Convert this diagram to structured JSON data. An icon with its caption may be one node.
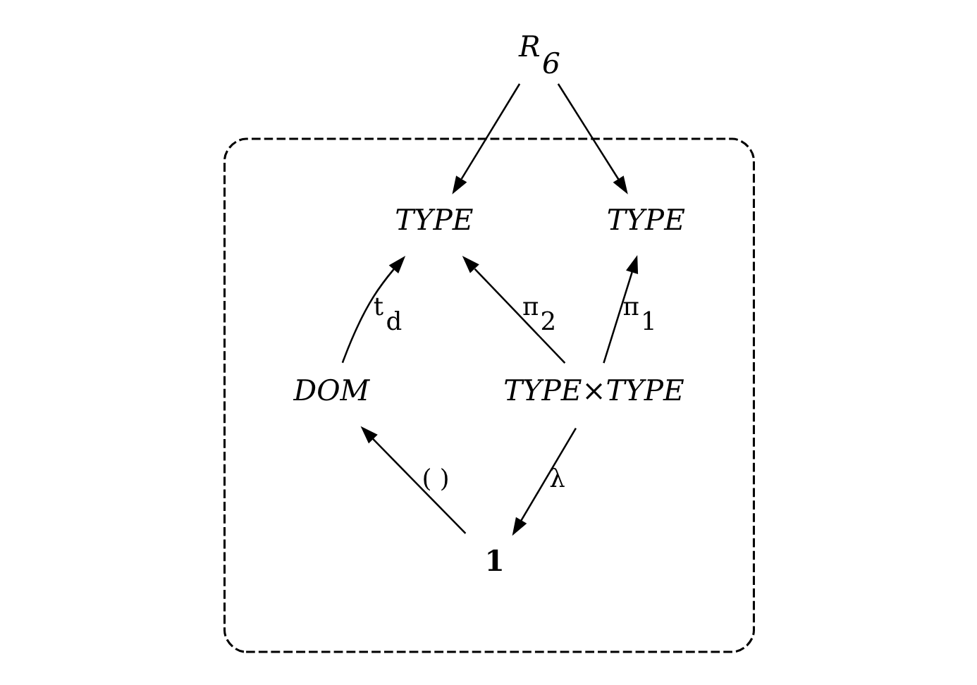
{
  "diagram": {
    "nodes": [
      {
        "text": [
          "R$_{6}$"
        ]
      },
      {
        "text": [],
        "shape": "ellipse"
      },
      {
        "text": [
          "TYPE"
        ],
        "in": 1
      },
      {
        "text": [
          "TYPE"
        ],
        "in": 1
      },
      {
        "text": [
          "DOM"
        ],
        "in": 1
      },
      {
        "text": [
          "TYPE×TYPE"
        ],
        "in": 1
      },
      {
        "text": [
          "1"
        ],
        "in": 1
      }
    ],
    "edges": [
      {
        "from": 0,
        "to": 2,
        "arrow": "to"
      },
      {
        "from": 0,
        "to": 3,
        "arrow": "to"
      },
      {
        "from": 4,
        "to": 2,
        "arrow": "to",
        "label": "t$_{d}$"
      },
      {
        "from": 5,
        "to": 2,
        "arrow": "to",
        "label": "π$_{2}$"
      },
      {
        "from": 5,
        "to": 3,
        "arrow": "to",
        "label": "π$_{1}$"
      },
      {
        "from": 5,
        "to": 6,
        "arrow": "to",
        "label": "λ"
      },
      {
        "from": 6,
        "to": 4,
        "arrow": "to",
        "label": "( )"
      }
    ]
  }
}
